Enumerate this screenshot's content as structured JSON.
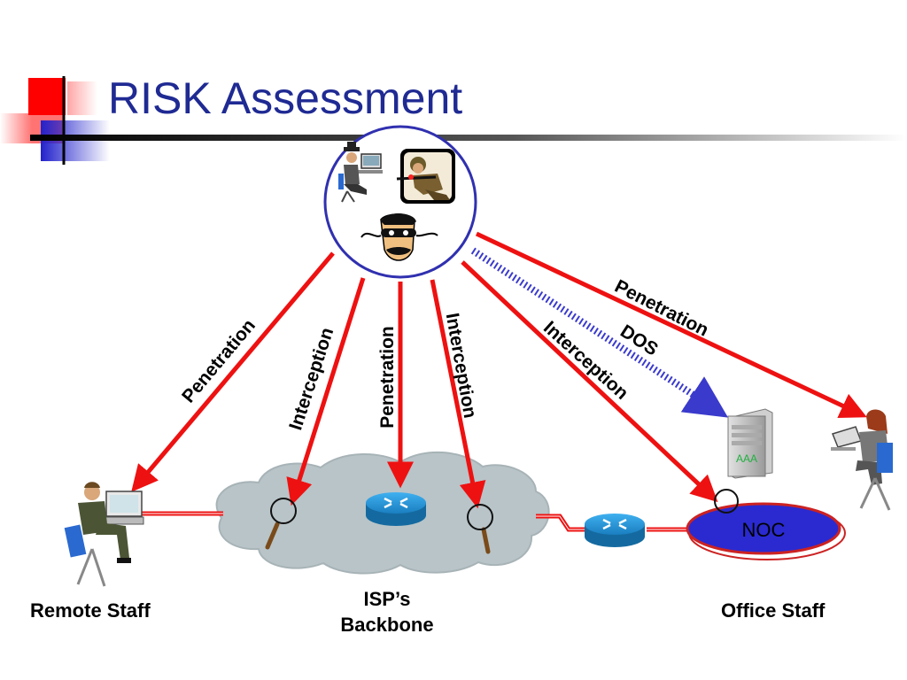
{
  "title": "RISK Assessment",
  "captions": {
    "remote_staff": "Remote Staff",
    "isp_line1": "ISP’s",
    "isp_line2": "Backbone",
    "office_staff": "Office Staff"
  },
  "nodes": {
    "noc": "NOC",
    "aaa": "AAA"
  },
  "arrow_labels": {
    "penetration_remote": "Penetration",
    "interception_left": "Interception",
    "penetration_center": "Penetration",
    "interception_right": "Interception",
    "interception_noc": "Interception",
    "dos": "DOS",
    "penetration_office": "Penetration"
  },
  "colors": {
    "title": "#1f2a93",
    "attack_arrow": "#ee1111",
    "dos_arrow": "#3a3acc",
    "noc_fill": "#2a2ad0",
    "cloud_fill": "#b8c4c8",
    "router_fill": "#1e8fd0"
  }
}
